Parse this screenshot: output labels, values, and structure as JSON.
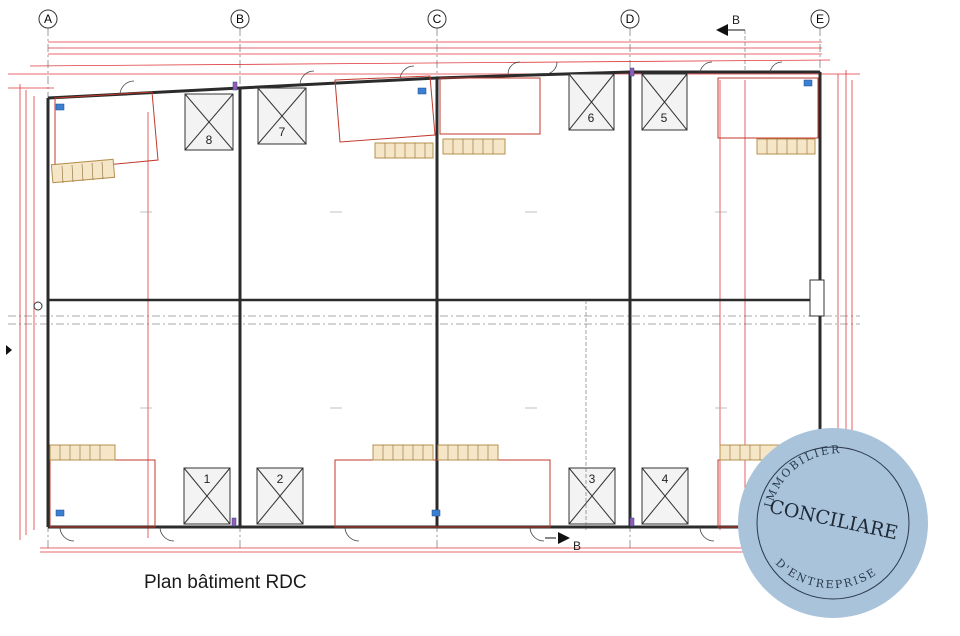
{
  "caption": "Plan bâtiment RDC",
  "axes": [
    "A",
    "B",
    "C",
    "D",
    "E"
  ],
  "section_marker": "B",
  "units_top": [
    "8",
    "7",
    "6",
    "5"
  ],
  "units_bottom": [
    "1",
    "2",
    "3",
    "4"
  ],
  "stamp": {
    "top_text": "IMMOBILIER",
    "center_text": "CONCILIARE",
    "bottom_text": "D'ENTREPRISE",
    "fill": "#a9c3db"
  },
  "colors": {
    "wall": "#2b2b2b",
    "dimension": "#e0393e",
    "stair": "#b5904f",
    "door": "#3b7fd0"
  }
}
